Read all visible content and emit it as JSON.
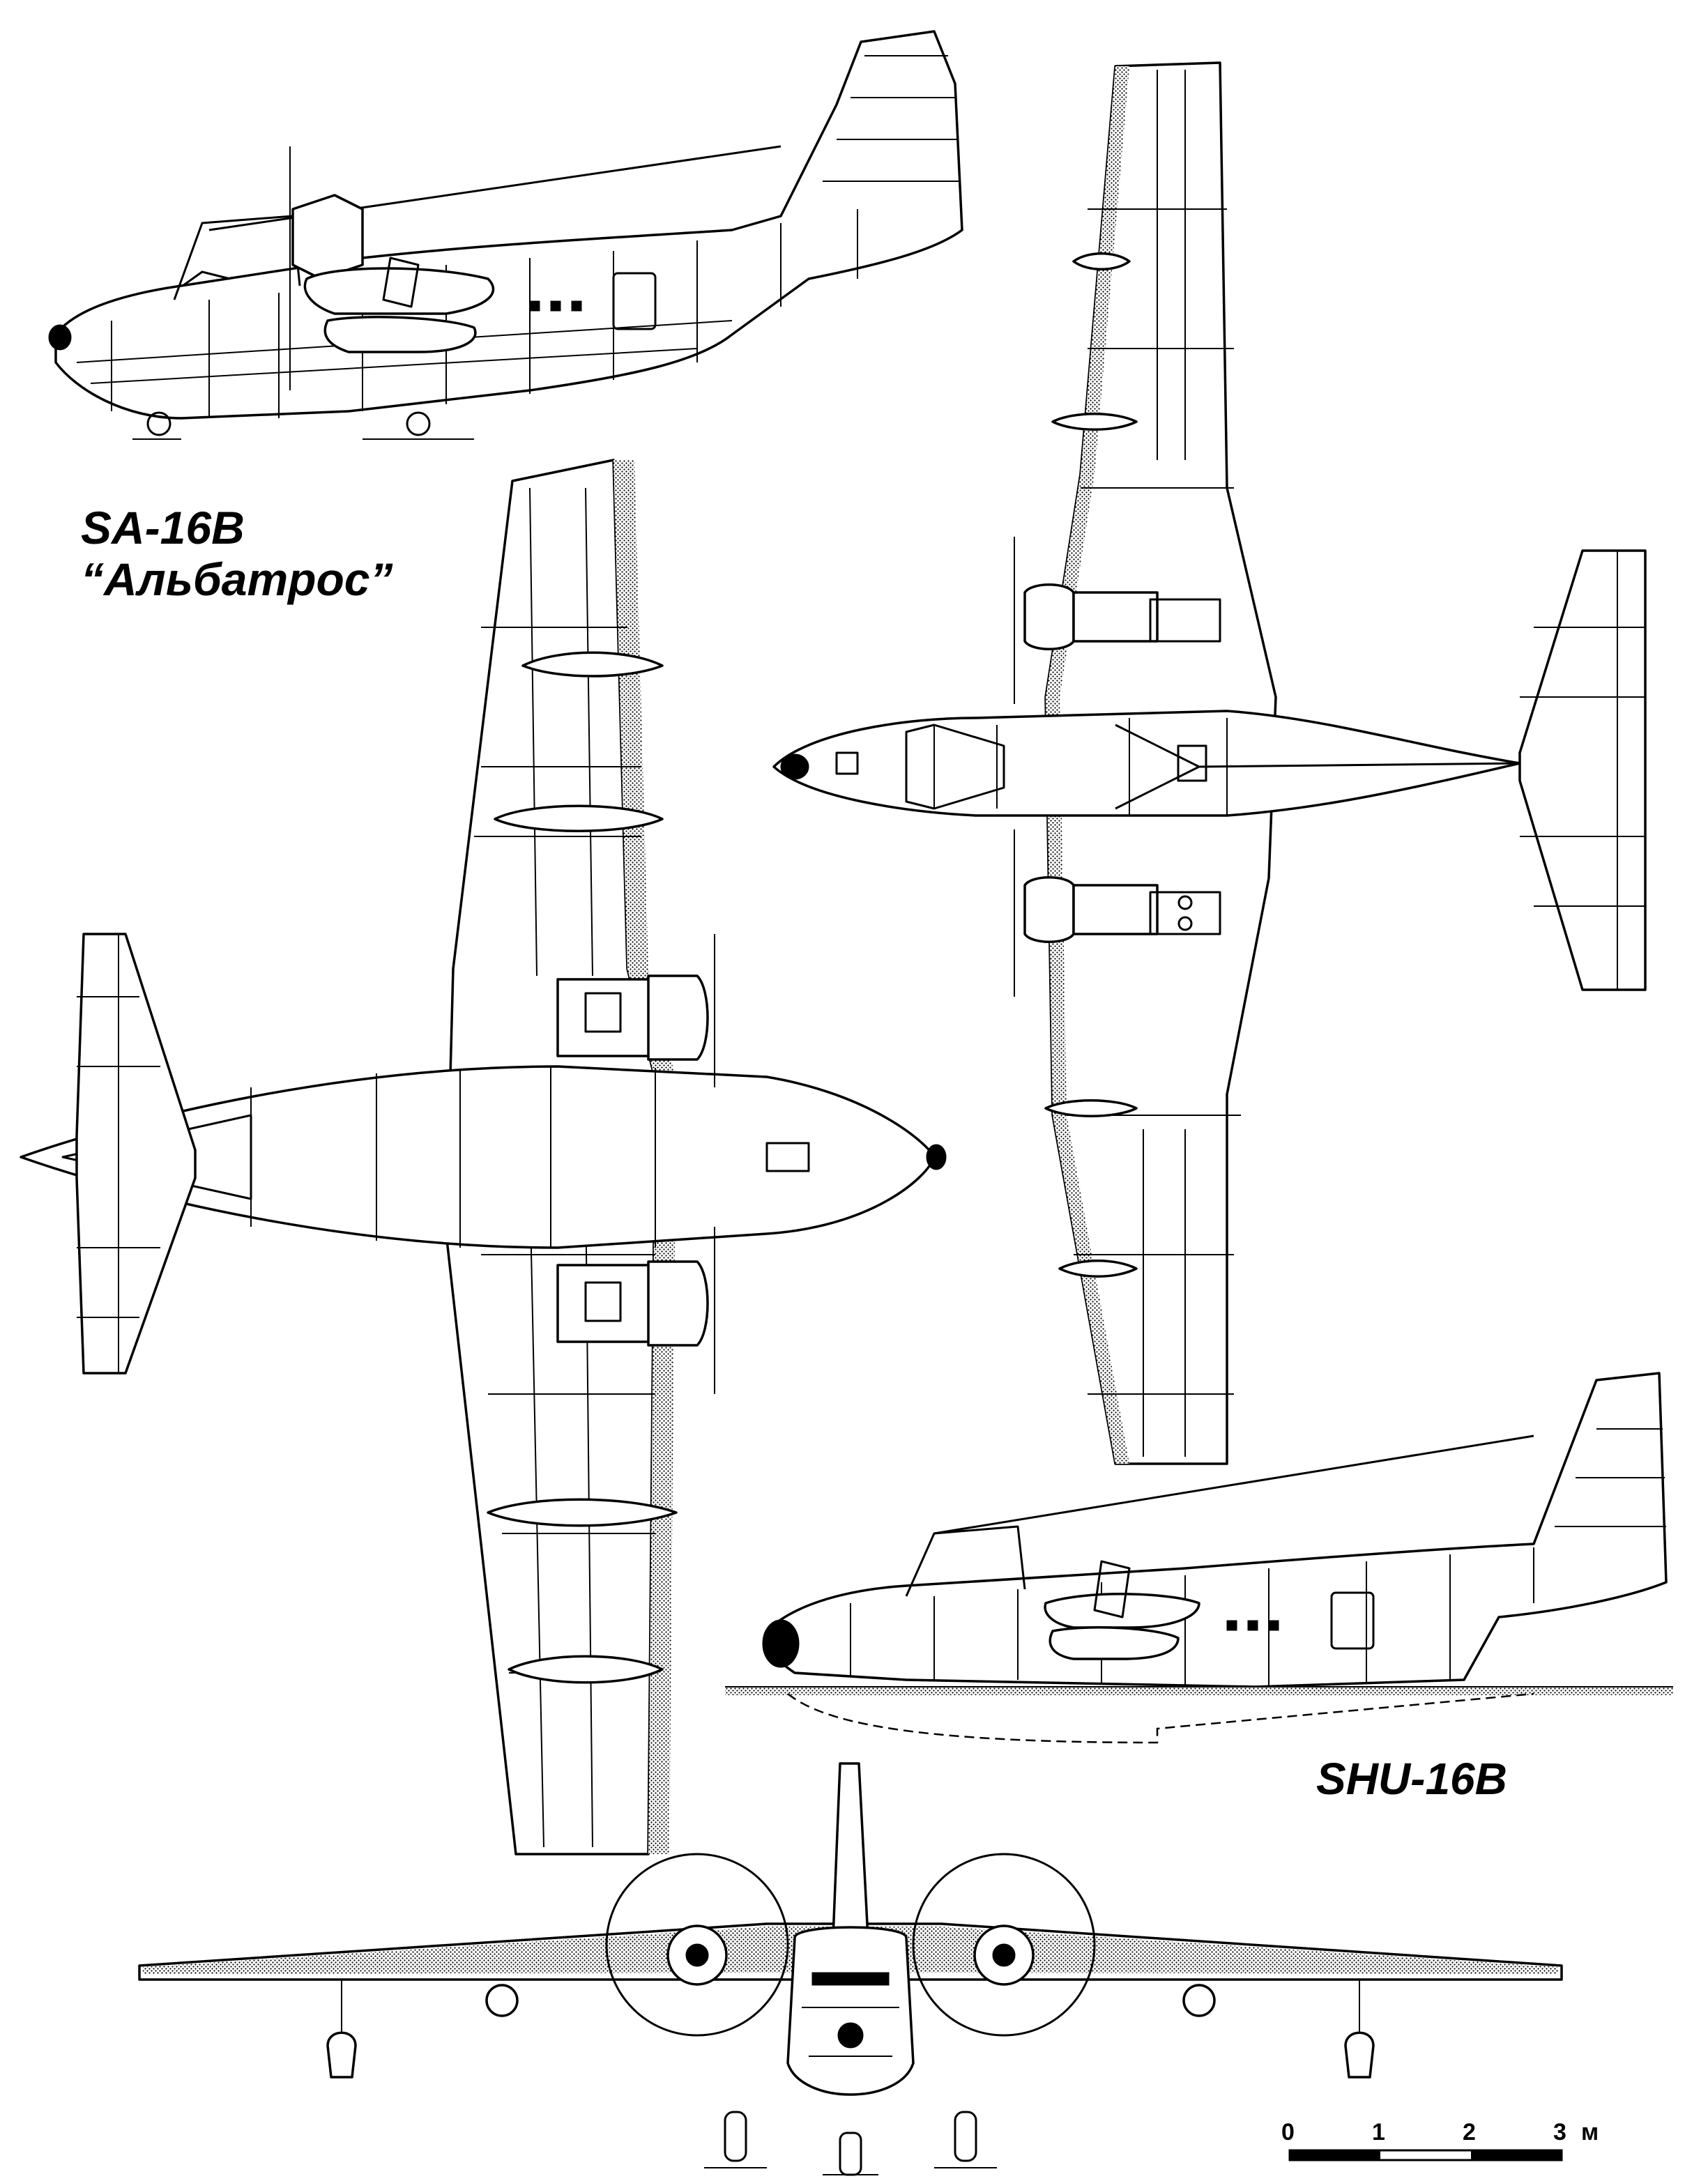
{
  "captions": {
    "aircraft_primary": "SA-16B",
    "aircraft_name": "“Альбатрос”",
    "aircraft_secondary": "SHU-16B"
  },
  "scale_bar": {
    "ticks": [
      "0",
      "1",
      "2",
      "3"
    ],
    "unit": "м"
  }
}
